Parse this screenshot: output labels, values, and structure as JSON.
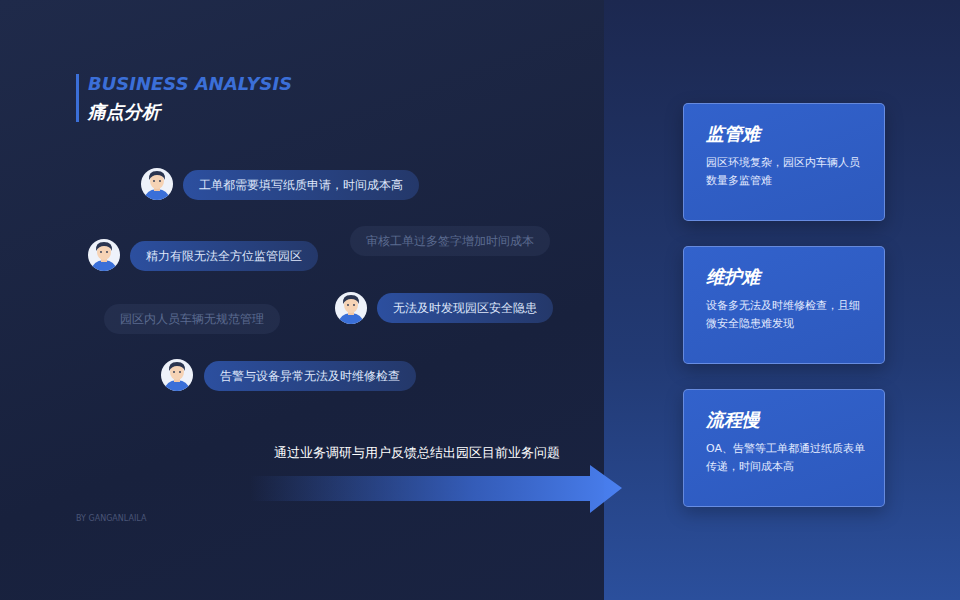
{
  "diagram": {
    "title": "痛点分析",
    "nodes": [
      {
        "text": [
          "工单都需要填写纸质申请，时间成本高"
        ]
      },
      {
        "text": [
          "审核工单过多签字增加时间成本"
        ]
      },
      {
        "text": [
          "精力有限无法全方位监管园区"
        ]
      },
      {
        "text": [
          "无法及时发现园区安全隐患"
        ]
      },
      {
        "text": [
          "园区内人员车辆无规范管理"
        ]
      },
      {
        "text": [
          "告警与设备异常无法及时维修检查"
        ]
      },
      {
        "text": [
          "监管难",
          "园区环境复杂，园区内车辆人员数量多监管难"
        ]
      },
      {
        "text": [
          "维护难",
          "设备多无法及时维修检查，且细微安全隐患难发现"
        ]
      },
      {
        "text": [
          "流程慢",
          "OA、告警等工单都通过纸质表单传递，时间成本高"
        ]
      }
    ],
    "labels": [
      "BUSINESS ANALYSIS",
      "通过业务调研与用户反馈总结出园区目前业务问题",
      "BY GANGANLAILA"
    ]
  }
}
